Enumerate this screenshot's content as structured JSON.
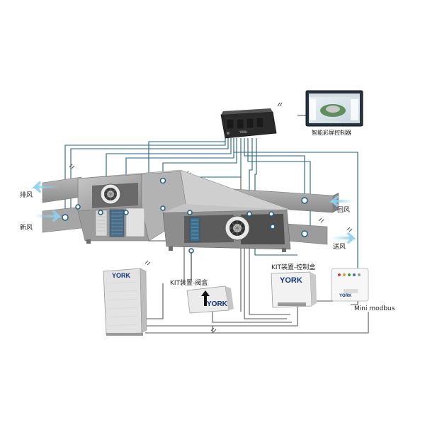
{
  "labels": {
    "exhaust": "排风",
    "fresh_air": "新风",
    "return_air": "回风",
    "supply_air": "送风",
    "smart_controller": "智能彩屏控制器",
    "kit_valve": "KIT装置-阀盒",
    "kit_control": "KIT装置-控制盒",
    "mini_modbus": "Mini modbus"
  },
  "brands": {
    "outdoor_unit": "YORK",
    "valve_box": "YORK",
    "control_box": "YORK",
    "modbus_panel": "YORK",
    "central_controller": "YORK"
  },
  "colors": {
    "duct": "#9a9a9a",
    "duct_dark": "#6f6f6f",
    "wire": "#1f5f86",
    "wire_gray": "#555555",
    "arrow": "#8fd0ee",
    "brand": "#10317a",
    "screen": "#27343f"
  },
  "icons": [
    "up-arrow-icon",
    "york-logo-icon",
    "fan-icon",
    "arrow-left-icon",
    "arrow-right-icon"
  ]
}
